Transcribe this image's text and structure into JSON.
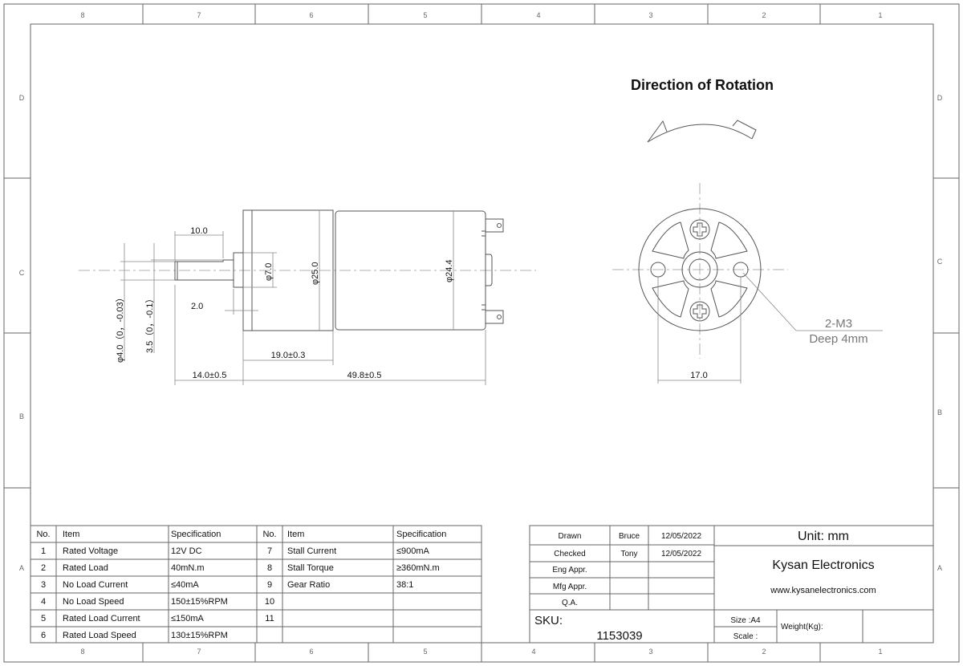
{
  "sheet": {
    "columns": [
      "8",
      "7",
      "6",
      "5",
      "4",
      "3",
      "2",
      "1"
    ],
    "rows": [
      "D",
      "C",
      "B",
      "A"
    ]
  },
  "title": "Direction of Rotation",
  "dimensions": {
    "shaft_length": "10.0",
    "shaft_diameter": "φ4.0（0，-0.03）",
    "shaft_flat": "3.5（0，-0.1）",
    "hub_length": "2.0",
    "hub_diameter": "φ7.0",
    "gearbox_diameter": "φ25.0",
    "motor_diameter": "φ24.4",
    "gearbox_length": "19.0±0.3",
    "shaft_total": "14.0±0.5",
    "body_length": "49.8±0.5",
    "hole_spacing": "17.0",
    "hole_note_1": "2-M3",
    "hole_note_2": "Deep  4mm"
  },
  "spec_table": {
    "headers": [
      "No.",
      "Item",
      "Specification",
      "No.",
      "Item",
      "Specification"
    ],
    "rows": [
      [
        "1",
        "Rated Voltage",
        "12V DC",
        "7",
        "Stall Current",
        "≤900mA"
      ],
      [
        "2",
        "Rated Load",
        "40mN.m",
        "8",
        "Stall Torque",
        "≥360mN.m"
      ],
      [
        "3",
        "No Load Current",
        "≤40mA",
        "9",
        "Gear Ratio",
        "38:1"
      ],
      [
        "4",
        "No Load Speed",
        "150±15%RPM",
        "10",
        "",
        ""
      ],
      [
        "5",
        "Rated Load Current",
        "≤150mA",
        "11",
        "",
        ""
      ],
      [
        "6",
        "Rated Load Speed",
        "130±15%RPM",
        "",
        "",
        ""
      ]
    ]
  },
  "title_block": {
    "approvals": [
      [
        "Drawn",
        "Bruce",
        "12/05/2022"
      ],
      [
        "Checked",
        "Tony",
        "12/05/2022"
      ],
      [
        "Eng Appr.",
        "",
        ""
      ],
      [
        "Mfg Appr.",
        "",
        ""
      ],
      [
        "Q.A.",
        "",
        ""
      ]
    ],
    "unit": "Unit: mm",
    "company": "Kysan Electronics",
    "website": "www.kysanelectronics.com",
    "sku_label": "SKU:",
    "sku": "1153039",
    "size": "Size :A4",
    "scale": "Scale :",
    "weight": "Weight(Kg):"
  }
}
